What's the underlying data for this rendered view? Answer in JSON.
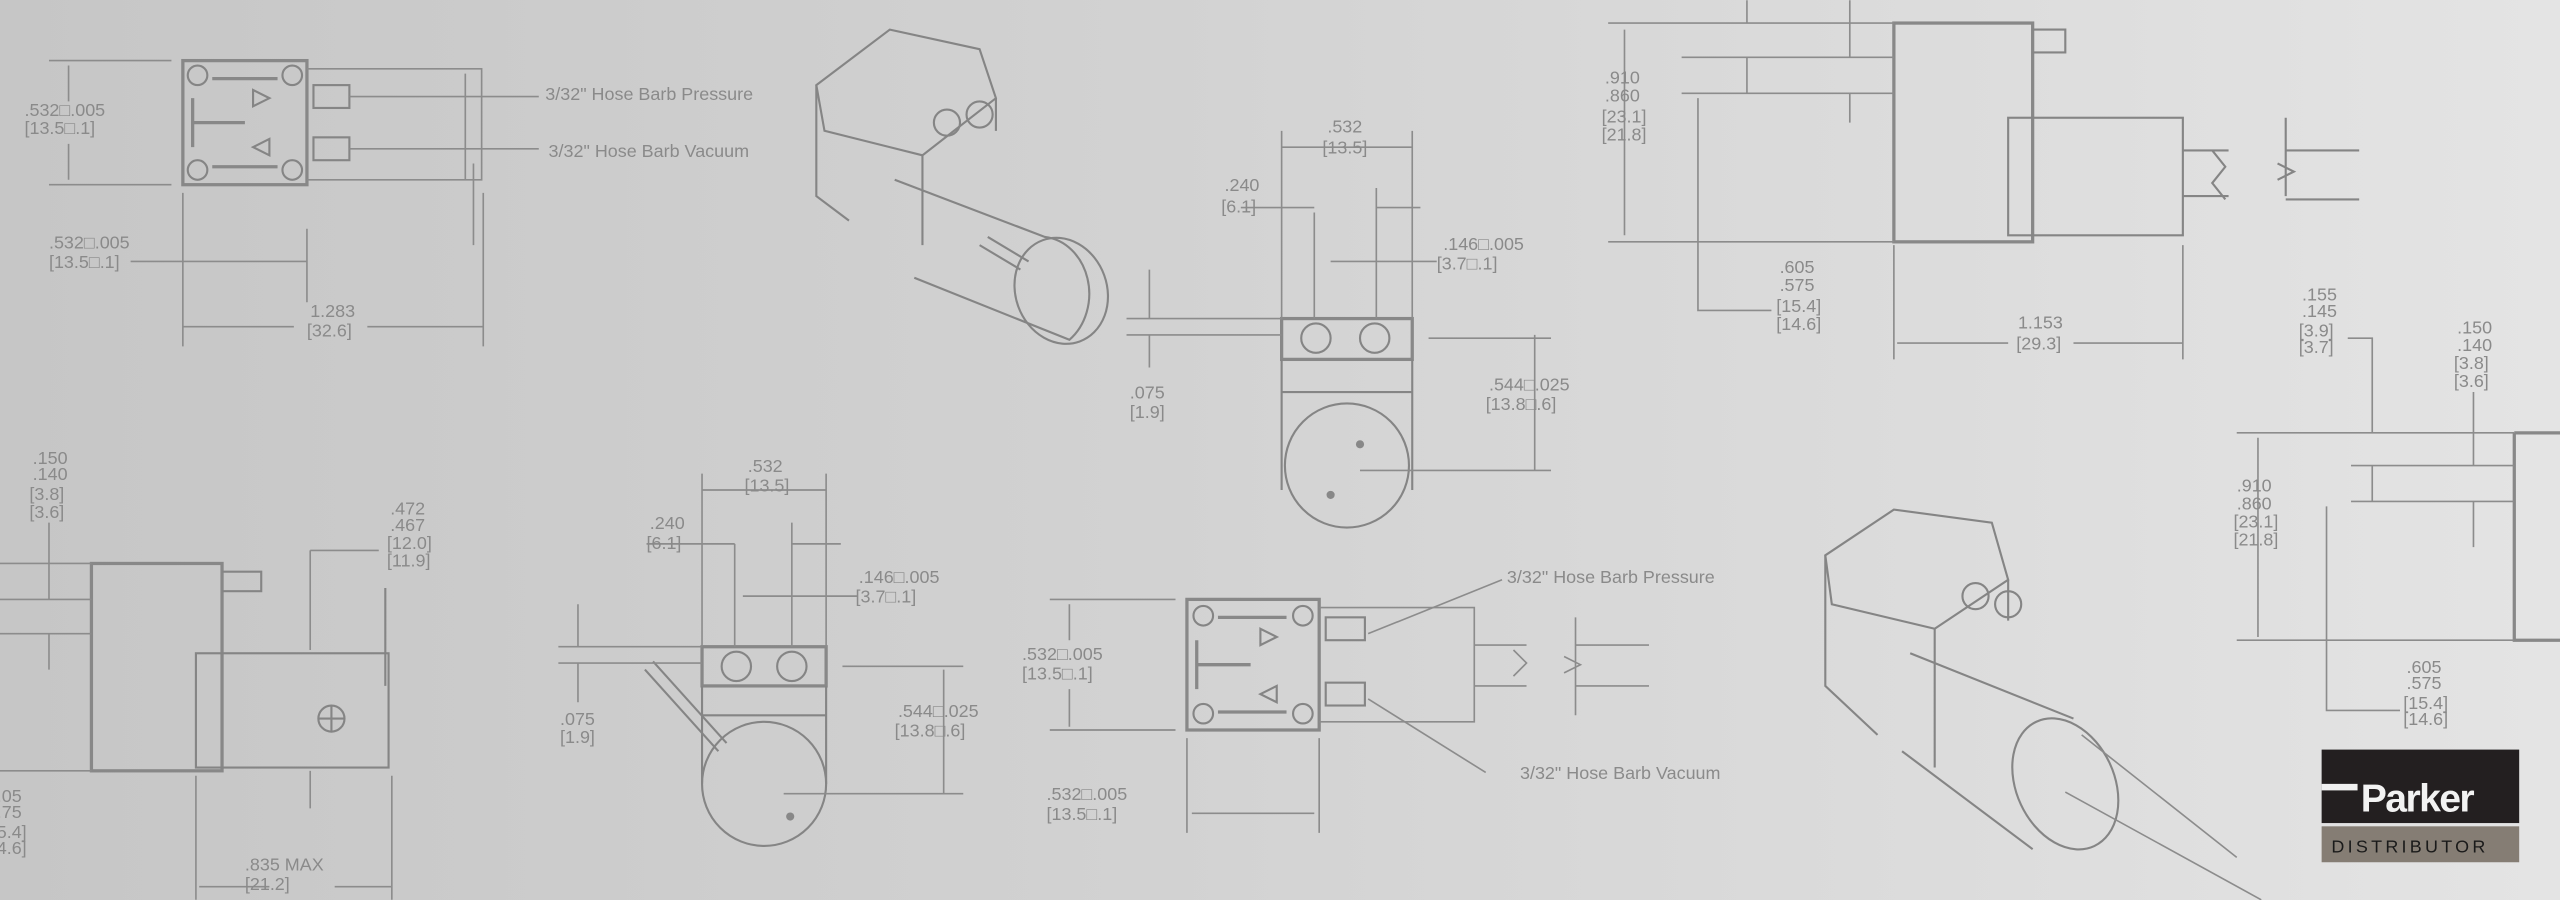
{
  "dims": {
    "tl_height": [
      ".532□.005",
      "[13.5□.1]"
    ],
    "tl_width": [
      ".532□.005",
      "[13.5□.1]"
    ],
    "tl_length": [
      "1.283",
      "[32.6]"
    ],
    "tl_pressure": "3/32\" Hose Barb Pressure",
    "tl_vacuum": "3/32\" Hose Barb Vacuum",
    "ct_width": [
      ".532",
      "[13.5]"
    ],
    "ct_240": [
      ".240",
      "[6.1]"
    ],
    "ct_146": [
      ".146□.005",
      "[3.7□.1]"
    ],
    "ct_075": [
      ".075",
      "[1.9]"
    ],
    "ct_544": [
      ".544□.025",
      "[13.8□.6]"
    ],
    "tr_910": [
      ".910",
      ".860",
      "[23.1]",
      "[21.8]"
    ],
    "tr_605": [
      ".605",
      ".575",
      "[15.4]",
      "[14.6]"
    ],
    "tr_1153": [
      "1.153",
      "[29.3]"
    ],
    "r_155": [
      ".155",
      ".145",
      "[3.9]",
      "[3.7]"
    ],
    "r_150": [
      ".150",
      ".140",
      "[3.8]",
      "[3.6]"
    ],
    "r_910": [
      ".910",
      ".860",
      "[23.1]",
      "[21.8]"
    ],
    "r_605": [
      ".605",
      ".575",
      "[15.4]",
      "[14.6]"
    ],
    "bl_150": [
      ".150",
      ".140",
      "[3.8]",
      "[3.6]"
    ],
    "bl_472": [
      ".472",
      ".467",
      "[12.0]",
      "[11.9]"
    ],
    "bl_605": [
      ".05",
      ".75",
      "5.4]",
      "4.6]"
    ],
    "bl_835": [
      ".835 MAX",
      "[21.2]"
    ],
    "bc_width": [
      ".532",
      "[13.5]"
    ],
    "bc_240": [
      ".240",
      "[6.1]"
    ],
    "bc_146": [
      ".146□.005",
      "[3.7□.1]"
    ],
    "bc_075": [
      ".075",
      "[1.9]"
    ],
    "bc_544": [
      ".544□.025",
      "[13.8□.6]"
    ],
    "bm_height": [
      ".532□.005",
      "[13.5□.1]"
    ],
    "bm_width": [
      ".532□.005",
      "[13.5□.1]"
    ],
    "bm_pressure": "3/32\" Hose Barb Pressure",
    "bm_vacuum": "3/32\" Hose Barb Vacuum"
  },
  "logo": {
    "brand": "Parker",
    "tagline": "DISTRIBUTOR"
  },
  "colors": {
    "line": "#8a8a8a",
    "logo_bg": "#231f20",
    "logo_band": "#857d74"
  }
}
